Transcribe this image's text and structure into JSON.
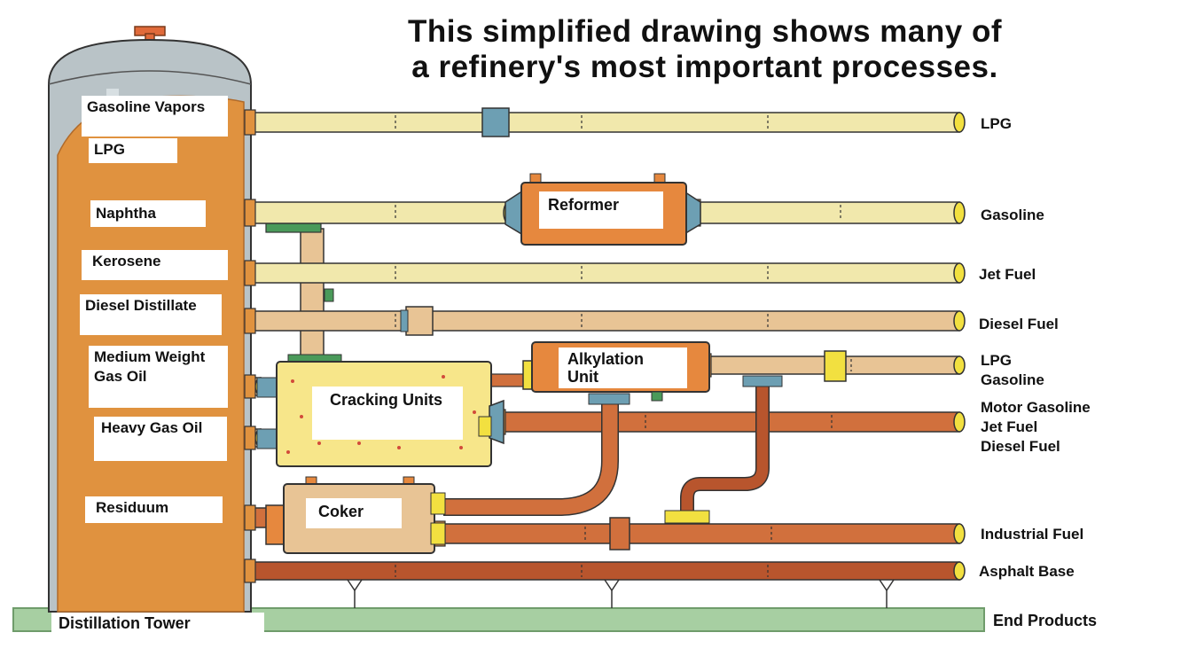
{
  "title": {
    "line1": "This simplified drawing shows many of",
    "line2": "a refinery's most important processes."
  },
  "tower": {
    "name": "Distillation Tower",
    "fractions": [
      "Gasoline Vapors",
      "LPG",
      "Naphtha",
      "Kerosene",
      "Diesel Distillate",
      "Medium Weight Gas Oil",
      "Heavy Gas Oil",
      "Residuum"
    ]
  },
  "units": {
    "reformer": "Reformer",
    "alkylation": "Alkylation Unit",
    "cracking": "Cracking Units",
    "coker": "Coker"
  },
  "products": {
    "lpg": "LPG",
    "gasoline": "Gasoline",
    "jet_fuel": "Jet Fuel",
    "diesel_fuel": "Diesel Fuel",
    "alky_lpg": "LPG",
    "alky_gasoline": "Gasoline",
    "motor_gasoline": "Motor Gasoline",
    "cracked_jet_fuel": "Jet Fuel",
    "cracked_diesel_fuel": "Diesel Fuel",
    "industrial_fuel": "Industrial Fuel",
    "asphalt_base": "Asphalt Base"
  },
  "end_products": "End Products",
  "colors": {
    "tower_gray": "#b9c3c7",
    "tower_orange": "#e0923f",
    "pipe_cream": "#f1e8ac",
    "pipe_tan": "#e8c495",
    "pipe_copper": "#d1703d",
    "pipe_dark": "#b8552d",
    "cap_yellow": "#f2e040",
    "valve_blue": "#6d9fb3",
    "unit_orange": "#e6883e",
    "cracking_fill": "#f7e68a",
    "ground_green": "#a7cfa2"
  }
}
